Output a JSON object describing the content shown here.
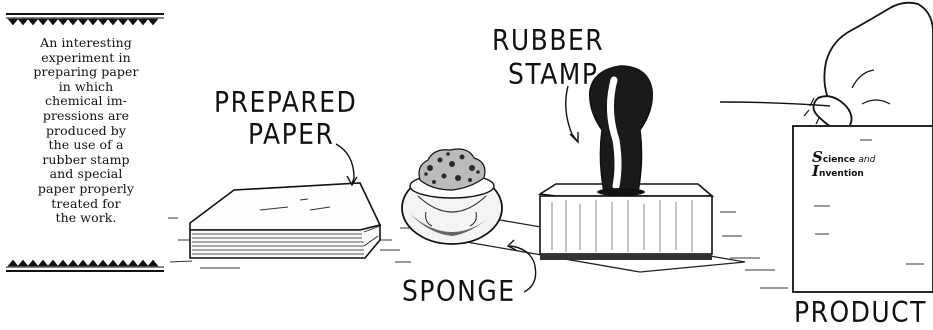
{
  "caption": {
    "text": "An interesting\nexperiment in\npreparing paper\nin which\nchemical im-\npressions are\nproduced by\nthe use of a\nrubber stamp\nand special\npaper properly\ntreated for\nthe work."
  },
  "labels": {
    "prepared_paper_line1": "PREPARED",
    "prepared_paper_line2": "PAPER",
    "rubber_stamp_line1": "RUBBER",
    "rubber_stamp_line2": "STAMP",
    "sponge": "SPONGE",
    "product": "PRODUCT"
  },
  "product_card": {
    "line1_initial": "S",
    "line1_rest": "cience",
    "line1_and": "and",
    "line2_initial": "I",
    "line2_rest": "nvention"
  }
}
